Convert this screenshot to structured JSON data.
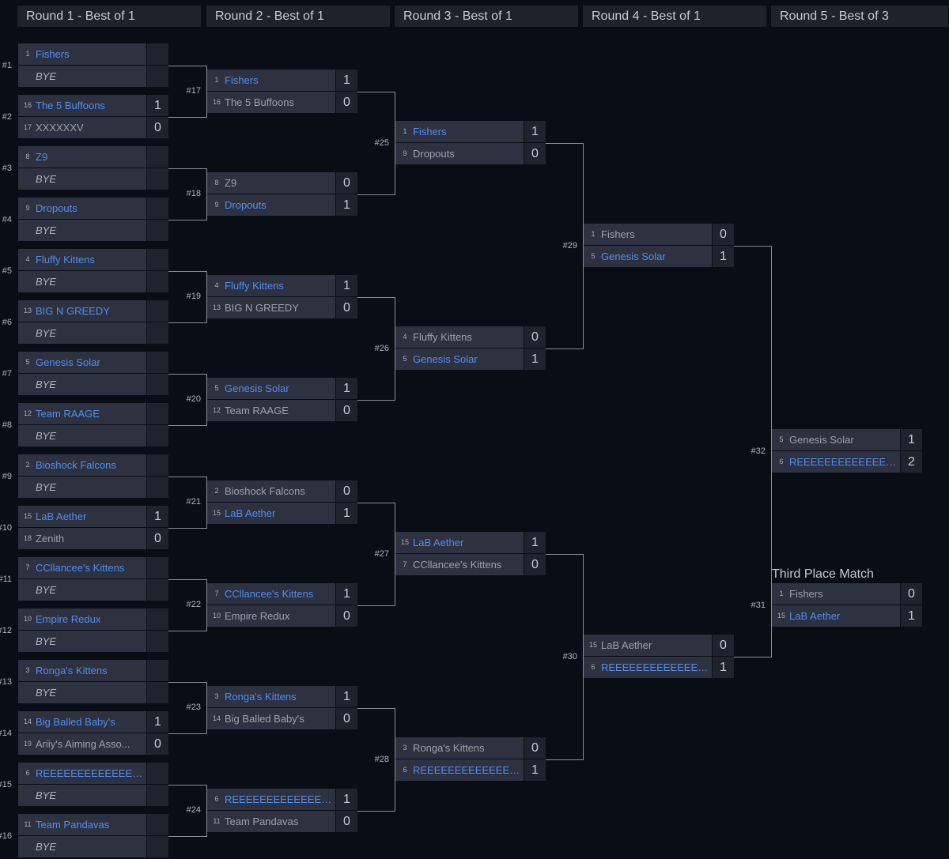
{
  "rounds": [
    {
      "label": "Round 1 - Best of 1"
    },
    {
      "label": "Round 2 - Best of 1"
    },
    {
      "label": "Round 3 - Best of 1"
    },
    {
      "label": "Round 4 - Best of 1"
    },
    {
      "label": "Round 5 - Best of 3"
    }
  ],
  "third_place_label": "Third Place Match",
  "matches": [
    {
      "num": "#1",
      "top": {
        "seed": "1",
        "name": "Fishers",
        "score": "",
        "win": true
      },
      "bottom": {
        "seed": "",
        "name": "BYE",
        "score": "",
        "win": false,
        "bye": true
      }
    },
    {
      "num": "#2",
      "top": {
        "seed": "16",
        "name": "The 5 Buffoons",
        "score": "1",
        "win": true
      },
      "bottom": {
        "seed": "17",
        "name": "XXXXXXV",
        "score": "0",
        "win": false
      }
    },
    {
      "num": "#3",
      "top": {
        "seed": "8",
        "name": "Z9",
        "score": "",
        "win": true
      },
      "bottom": {
        "seed": "",
        "name": "BYE",
        "score": "",
        "win": false,
        "bye": true
      }
    },
    {
      "num": "#4",
      "top": {
        "seed": "9",
        "name": "Dropouts",
        "score": "",
        "win": true
      },
      "bottom": {
        "seed": "",
        "name": "BYE",
        "score": "",
        "win": false,
        "bye": true
      }
    },
    {
      "num": "#5",
      "top": {
        "seed": "4",
        "name": "Fluffy Kittens",
        "score": "",
        "win": true
      },
      "bottom": {
        "seed": "",
        "name": "BYE",
        "score": "",
        "win": false,
        "bye": true
      }
    },
    {
      "num": "#6",
      "top": {
        "seed": "13",
        "name": "BIG N GREEDY",
        "score": "",
        "win": true
      },
      "bottom": {
        "seed": "",
        "name": "BYE",
        "score": "",
        "win": false,
        "bye": true
      }
    },
    {
      "num": "#7",
      "top": {
        "seed": "5",
        "name": "Genesis Solar",
        "score": "",
        "win": true
      },
      "bottom": {
        "seed": "",
        "name": "BYE",
        "score": "",
        "win": false,
        "bye": true
      }
    },
    {
      "num": "#8",
      "top": {
        "seed": "12",
        "name": "Team RAAGE",
        "score": "",
        "win": true
      },
      "bottom": {
        "seed": "",
        "name": "BYE",
        "score": "",
        "win": false,
        "bye": true
      }
    },
    {
      "num": "#9",
      "top": {
        "seed": "2",
        "name": "Bioshock Falcons",
        "score": "",
        "win": true
      },
      "bottom": {
        "seed": "",
        "name": "BYE",
        "score": "",
        "win": false,
        "bye": true
      }
    },
    {
      "num": "#10",
      "top": {
        "seed": "15",
        "name": "LaB Aether",
        "score": "1",
        "win": true
      },
      "bottom": {
        "seed": "18",
        "name": "Zenith",
        "score": "0",
        "win": false
      }
    },
    {
      "num": "#11",
      "top": {
        "seed": "7",
        "name": "CCllancee's Kittens",
        "score": "",
        "win": true
      },
      "bottom": {
        "seed": "",
        "name": "BYE",
        "score": "",
        "win": false,
        "bye": true
      }
    },
    {
      "num": "#12",
      "top": {
        "seed": "10",
        "name": "Empire Redux",
        "score": "",
        "win": true
      },
      "bottom": {
        "seed": "",
        "name": "BYE",
        "score": "",
        "win": false,
        "bye": true
      }
    },
    {
      "num": "#13",
      "top": {
        "seed": "3",
        "name": "Ronga's Kittens",
        "score": "",
        "win": true
      },
      "bottom": {
        "seed": "",
        "name": "BYE",
        "score": "",
        "win": false,
        "bye": true
      }
    },
    {
      "num": "#14",
      "top": {
        "seed": "14",
        "name": "Big Balled Baby's",
        "score": "1",
        "win": true
      },
      "bottom": {
        "seed": "19",
        "name": "Ariiy's Aiming Asso...",
        "score": "0",
        "win": false
      }
    },
    {
      "num": "#15",
      "top": {
        "seed": "6",
        "name": "REEEEEEEEEEEEEEE...",
        "score": "",
        "win": true
      },
      "bottom": {
        "seed": "",
        "name": "BYE",
        "score": "",
        "win": false,
        "bye": true
      }
    },
    {
      "num": "#16",
      "top": {
        "seed": "11",
        "name": "Team Pandavas",
        "score": "",
        "win": true
      },
      "bottom": {
        "seed": "",
        "name": "BYE",
        "score": "",
        "win": false,
        "bye": true
      }
    },
    {
      "num": "#17",
      "top": {
        "seed": "1",
        "name": "Fishers",
        "score": "1",
        "win": true
      },
      "bottom": {
        "seed": "16",
        "name": "The 5 Buffoons",
        "score": "0",
        "win": false
      }
    },
    {
      "num": "#18",
      "top": {
        "seed": "8",
        "name": "Z9",
        "score": "0",
        "win": false
      },
      "bottom": {
        "seed": "9",
        "name": "Dropouts",
        "score": "1",
        "win": true
      }
    },
    {
      "num": "#19",
      "top": {
        "seed": "4",
        "name": "Fluffy Kittens",
        "score": "1",
        "win": true
      },
      "bottom": {
        "seed": "13",
        "name": "BIG N GREEDY",
        "score": "0",
        "win": false
      }
    },
    {
      "num": "#20",
      "top": {
        "seed": "5",
        "name": "Genesis Solar",
        "score": "1",
        "win": true
      },
      "bottom": {
        "seed": "12",
        "name": "Team RAAGE",
        "score": "0",
        "win": false
      }
    },
    {
      "num": "#21",
      "top": {
        "seed": "2",
        "name": "Bioshock Falcons",
        "score": "0",
        "win": false
      },
      "bottom": {
        "seed": "15",
        "name": "LaB Aether",
        "score": "1",
        "win": true
      }
    },
    {
      "num": "#22",
      "top": {
        "seed": "7",
        "name": "CCllancee's Kittens",
        "score": "1",
        "win": true
      },
      "bottom": {
        "seed": "10",
        "name": "Empire Redux",
        "score": "0",
        "win": false
      }
    },
    {
      "num": "#23",
      "top": {
        "seed": "3",
        "name": "Ronga's Kittens",
        "score": "1",
        "win": true
      },
      "bottom": {
        "seed": "14",
        "name": "Big Balled Baby's",
        "score": "0",
        "win": false
      }
    },
    {
      "num": "#24",
      "top": {
        "seed": "6",
        "name": "REEEEEEEEEEEEEEE...",
        "score": "1",
        "win": true
      },
      "bottom": {
        "seed": "11",
        "name": "Team Pandavas",
        "score": "0",
        "win": false
      }
    },
    {
      "num": "#25",
      "top": {
        "seed": "1",
        "name": "Fishers",
        "score": "1",
        "win": true
      },
      "bottom": {
        "seed": "9",
        "name": "Dropouts",
        "score": "0",
        "win": false
      }
    },
    {
      "num": "#26",
      "top": {
        "seed": "4",
        "name": "Fluffy Kittens",
        "score": "0",
        "win": false
      },
      "bottom": {
        "seed": "5",
        "name": "Genesis Solar",
        "score": "1",
        "win": true
      }
    },
    {
      "num": "#27",
      "top": {
        "seed": "15",
        "name": "LaB Aether",
        "score": "1",
        "win": true
      },
      "bottom": {
        "seed": "7",
        "name": "CCllancee's Kittens",
        "score": "0",
        "win": false
      }
    },
    {
      "num": "#28",
      "top": {
        "seed": "3",
        "name": "Ronga's Kittens",
        "score": "0",
        "win": false
      },
      "bottom": {
        "seed": "6",
        "name": "REEEEEEEEEEEEEEE...",
        "score": "1",
        "win": true
      }
    },
    {
      "num": "#29",
      "top": {
        "seed": "1",
        "name": "Fishers",
        "score": "0",
        "win": false
      },
      "bottom": {
        "seed": "5",
        "name": "Genesis Solar",
        "score": "1",
        "win": true
      }
    },
    {
      "num": "#30",
      "top": {
        "seed": "15",
        "name": "LaB Aether",
        "score": "0",
        "win": false
      },
      "bottom": {
        "seed": "6",
        "name": "REEEEEEEEEEEEEEE...",
        "score": "1",
        "win": true
      }
    },
    {
      "num": "#31",
      "top": {
        "seed": "1",
        "name": "Fishers",
        "score": "0",
        "win": false
      },
      "bottom": {
        "seed": "15",
        "name": "LaB Aether",
        "score": "1",
        "win": true
      }
    },
    {
      "num": "#32",
      "top": {
        "seed": "5",
        "name": "Genesis Solar",
        "score": "1",
        "win": false
      },
      "bottom": {
        "seed": "6",
        "name": "REEEEEEEEEEEEEEE...",
        "score": "2",
        "win": true
      }
    }
  ]
}
